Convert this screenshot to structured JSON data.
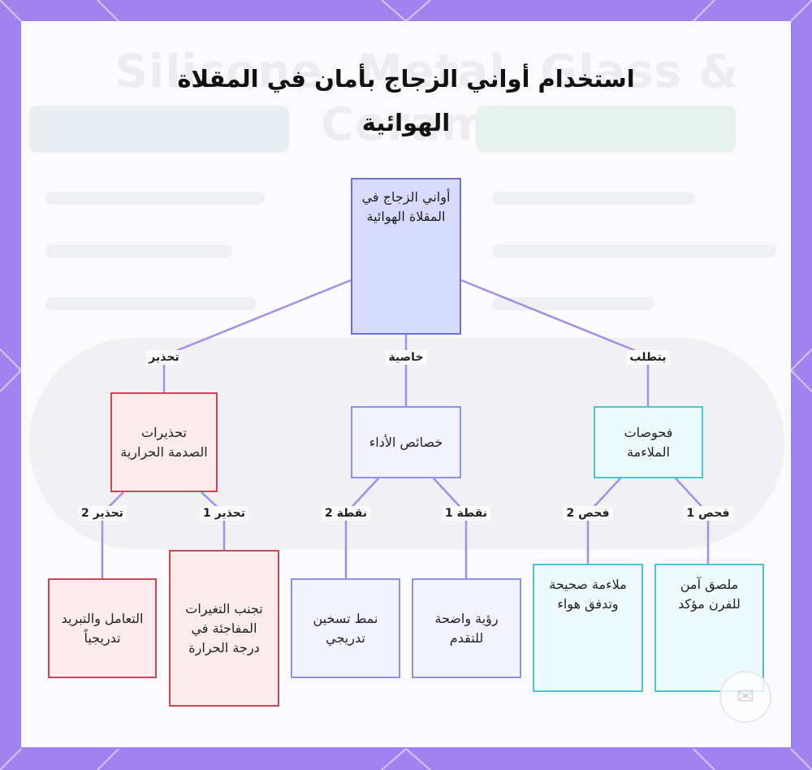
{
  "title": "استخدام أواني الزجاج بأمان في المقلاة الهوائية",
  "nodes": {
    "root": "أواني الزجاج في المقلاة الهوائية",
    "thermal_warnings": "تحذيرات الصدمة الحرارية",
    "performance": "خصائص الأداء",
    "compatibility": "فحوصات الملاءمة",
    "cool_gradually": "التعامل والتبريد تدريجياً",
    "avoid_sudden_temp": "تجنب التغيرات المفاجئة في درجة الحرارة",
    "gradual_heating": "نمط تسخين تدريجي",
    "clear_view": "رؤية واضحة للتقدم",
    "proper_fit": "ملاءمة صحيحة وتدفق هواء",
    "oven_safe_label": "ملصق آمن للفرن مؤكد"
  },
  "edge_labels": {
    "warning": "تحذير",
    "property": "خاصية",
    "requires": "يتطلب",
    "warning_2": "تحذير 2",
    "warning_1": "تحذير 1",
    "point_2": "نقطة 2",
    "point_1": "نقطة 1",
    "check_2": "فحص 2",
    "check_1": "فحص 1"
  },
  "colors": {
    "root_fill": "#d6dafb",
    "root_border": "#6b73d6",
    "warning_border": "#d0455a",
    "performance_border": "#8c93df",
    "compatibility_border": "#4cc4d3",
    "link_color": "#a48ee6",
    "frame_color": "#a183f0"
  },
  "background_text": "Silicone, Metal, Glass & Ceramic"
}
